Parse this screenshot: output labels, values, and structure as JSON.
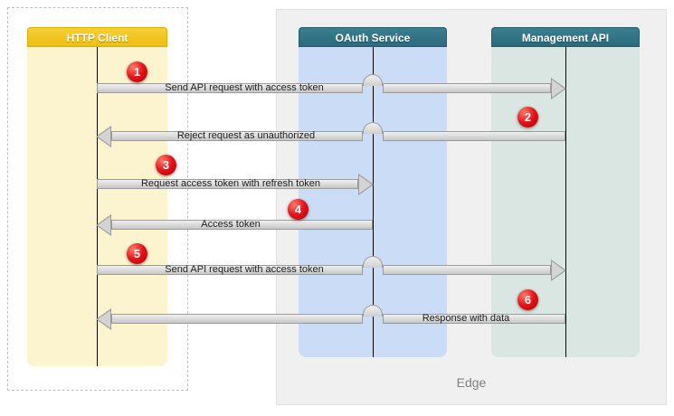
{
  "diagram": {
    "lanes": [
      {
        "id": "http-client",
        "label": "HTTP Client"
      },
      {
        "id": "oauth-service",
        "label": "OAuth Service"
      },
      {
        "id": "management-api",
        "label": "Management API"
      }
    ],
    "edge_label": "Edge",
    "steps": [
      {
        "num": "1",
        "label": "Send API request with access token",
        "from": "http-client",
        "to": "management-api"
      },
      {
        "num": "2",
        "label": "Reject request as unauthorized",
        "from": "management-api",
        "to": "http-client"
      },
      {
        "num": "3",
        "label": "Request access token with refresh token",
        "from": "http-client",
        "to": "oauth-service"
      },
      {
        "num": "4",
        "label": "Access token",
        "from": "oauth-service",
        "to": "http-client"
      },
      {
        "num": "5",
        "label": "Send API request with access token",
        "from": "http-client",
        "to": "management-api"
      },
      {
        "num": "6",
        "label": "Response with data",
        "from": "management-api",
        "to": "http-client"
      }
    ],
    "colors": {
      "http_header": "#EDBF0F",
      "teal_header": "#2E7485",
      "http_lane": "#FCF3CF",
      "oauth_lane": "#CBDCF7",
      "mgmt_lane": "#D9E6E2",
      "arrow_fill": "#D9D9D9",
      "arrow_border": "#9B9B9B",
      "badge_red": "#E3141B"
    }
  }
}
